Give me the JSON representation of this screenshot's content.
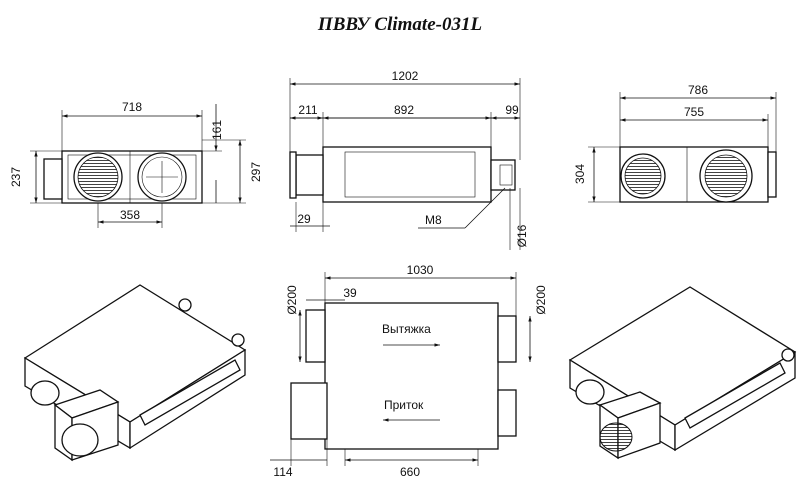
{
  "title": "ПВВУ Climate-031L",
  "front_view": {
    "width": "718",
    "depth_offset": "161",
    "height_left": "237",
    "height_right": "297",
    "duct_spacing": "358"
  },
  "side_view": {
    "length": "1202",
    "left_ext": "211",
    "body": "892",
    "right_ext": "99",
    "bolt": "M8",
    "pipe": "Ø16",
    "foot": "29"
  },
  "end_view": {
    "outer": "786",
    "inner": "755",
    "height": "304"
  },
  "top_view": {
    "length": "1030",
    "duct_left": "Ø200",
    "duct_right": "Ø200",
    "offset": "39",
    "exhaust": "Вытяжка",
    "supply": "Приток",
    "bottom_left": "114",
    "bottom_span": "660"
  }
}
